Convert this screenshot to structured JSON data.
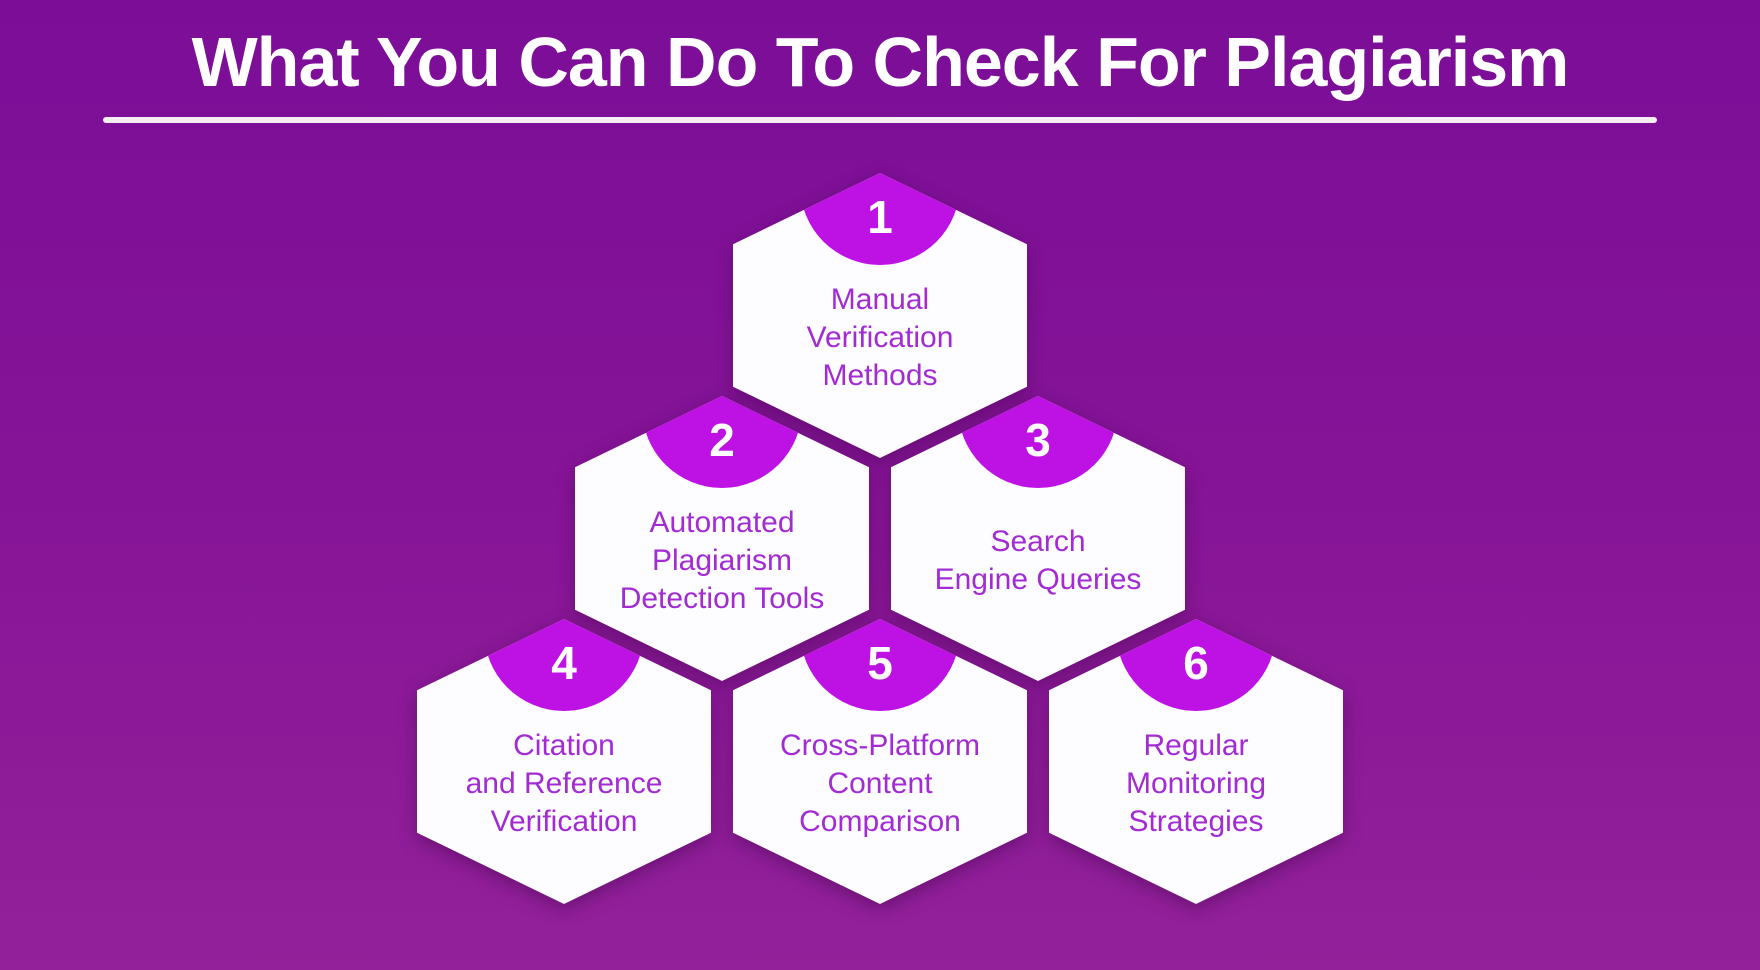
{
  "title": "What You Can Do To Check For Plagiarism",
  "steps": [
    {
      "number": "1",
      "lines": [
        "Manual",
        "Verification",
        "Methods"
      ]
    },
    {
      "number": "2",
      "lines": [
        "Automated",
        "Plagiarism",
        "Detection Tools"
      ]
    },
    {
      "number": "3",
      "lines": [
        "Search",
        "Engine Queries"
      ]
    },
    {
      "number": "4",
      "lines": [
        "Citation",
        "and Reference",
        "Verification"
      ]
    },
    {
      "number": "5",
      "lines": [
        "Cross-Platform",
        "Content",
        "Comparison"
      ]
    },
    {
      "number": "6",
      "lines": [
        "Regular",
        "Monitoring",
        "Strategies"
      ]
    }
  ],
  "colors": {
    "background_top": "#7B0D97",
    "background_mid": "#871597",
    "background_bottom": "#93219A",
    "hexagon_fill": "#FDFCFE",
    "badge": "#BE12E4",
    "badge_number": "#FFFFFF",
    "step_text": "#A32BD4",
    "title_text": "#FFFFFF",
    "underline": "#F6EDF7"
  }
}
